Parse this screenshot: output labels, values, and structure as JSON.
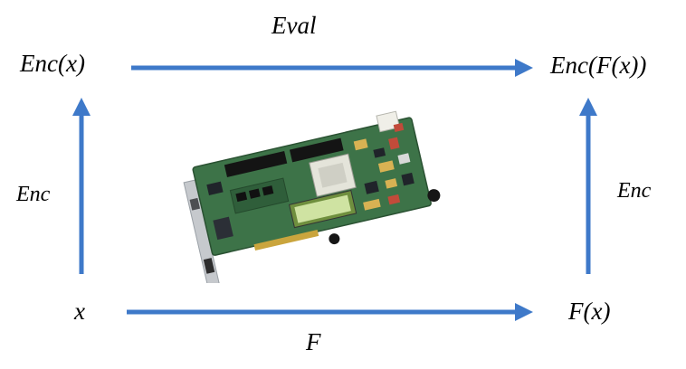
{
  "diagram": {
    "nodes": {
      "top_left": "Enc(x)",
      "top_right": "Enc(F(x))",
      "bottom_left": "x",
      "bottom_right": "F(x)"
    },
    "edges": {
      "top_label": "Eval",
      "bottom_label": "F",
      "left_label": "Enc",
      "right_label": "Enc"
    },
    "image": {
      "name": "fpga-development-board"
    }
  },
  "colors": {
    "arrow": "#3E79C9",
    "text": "#000000",
    "background": "#FFFFFF",
    "board_pcb": "#3D7348"
  }
}
